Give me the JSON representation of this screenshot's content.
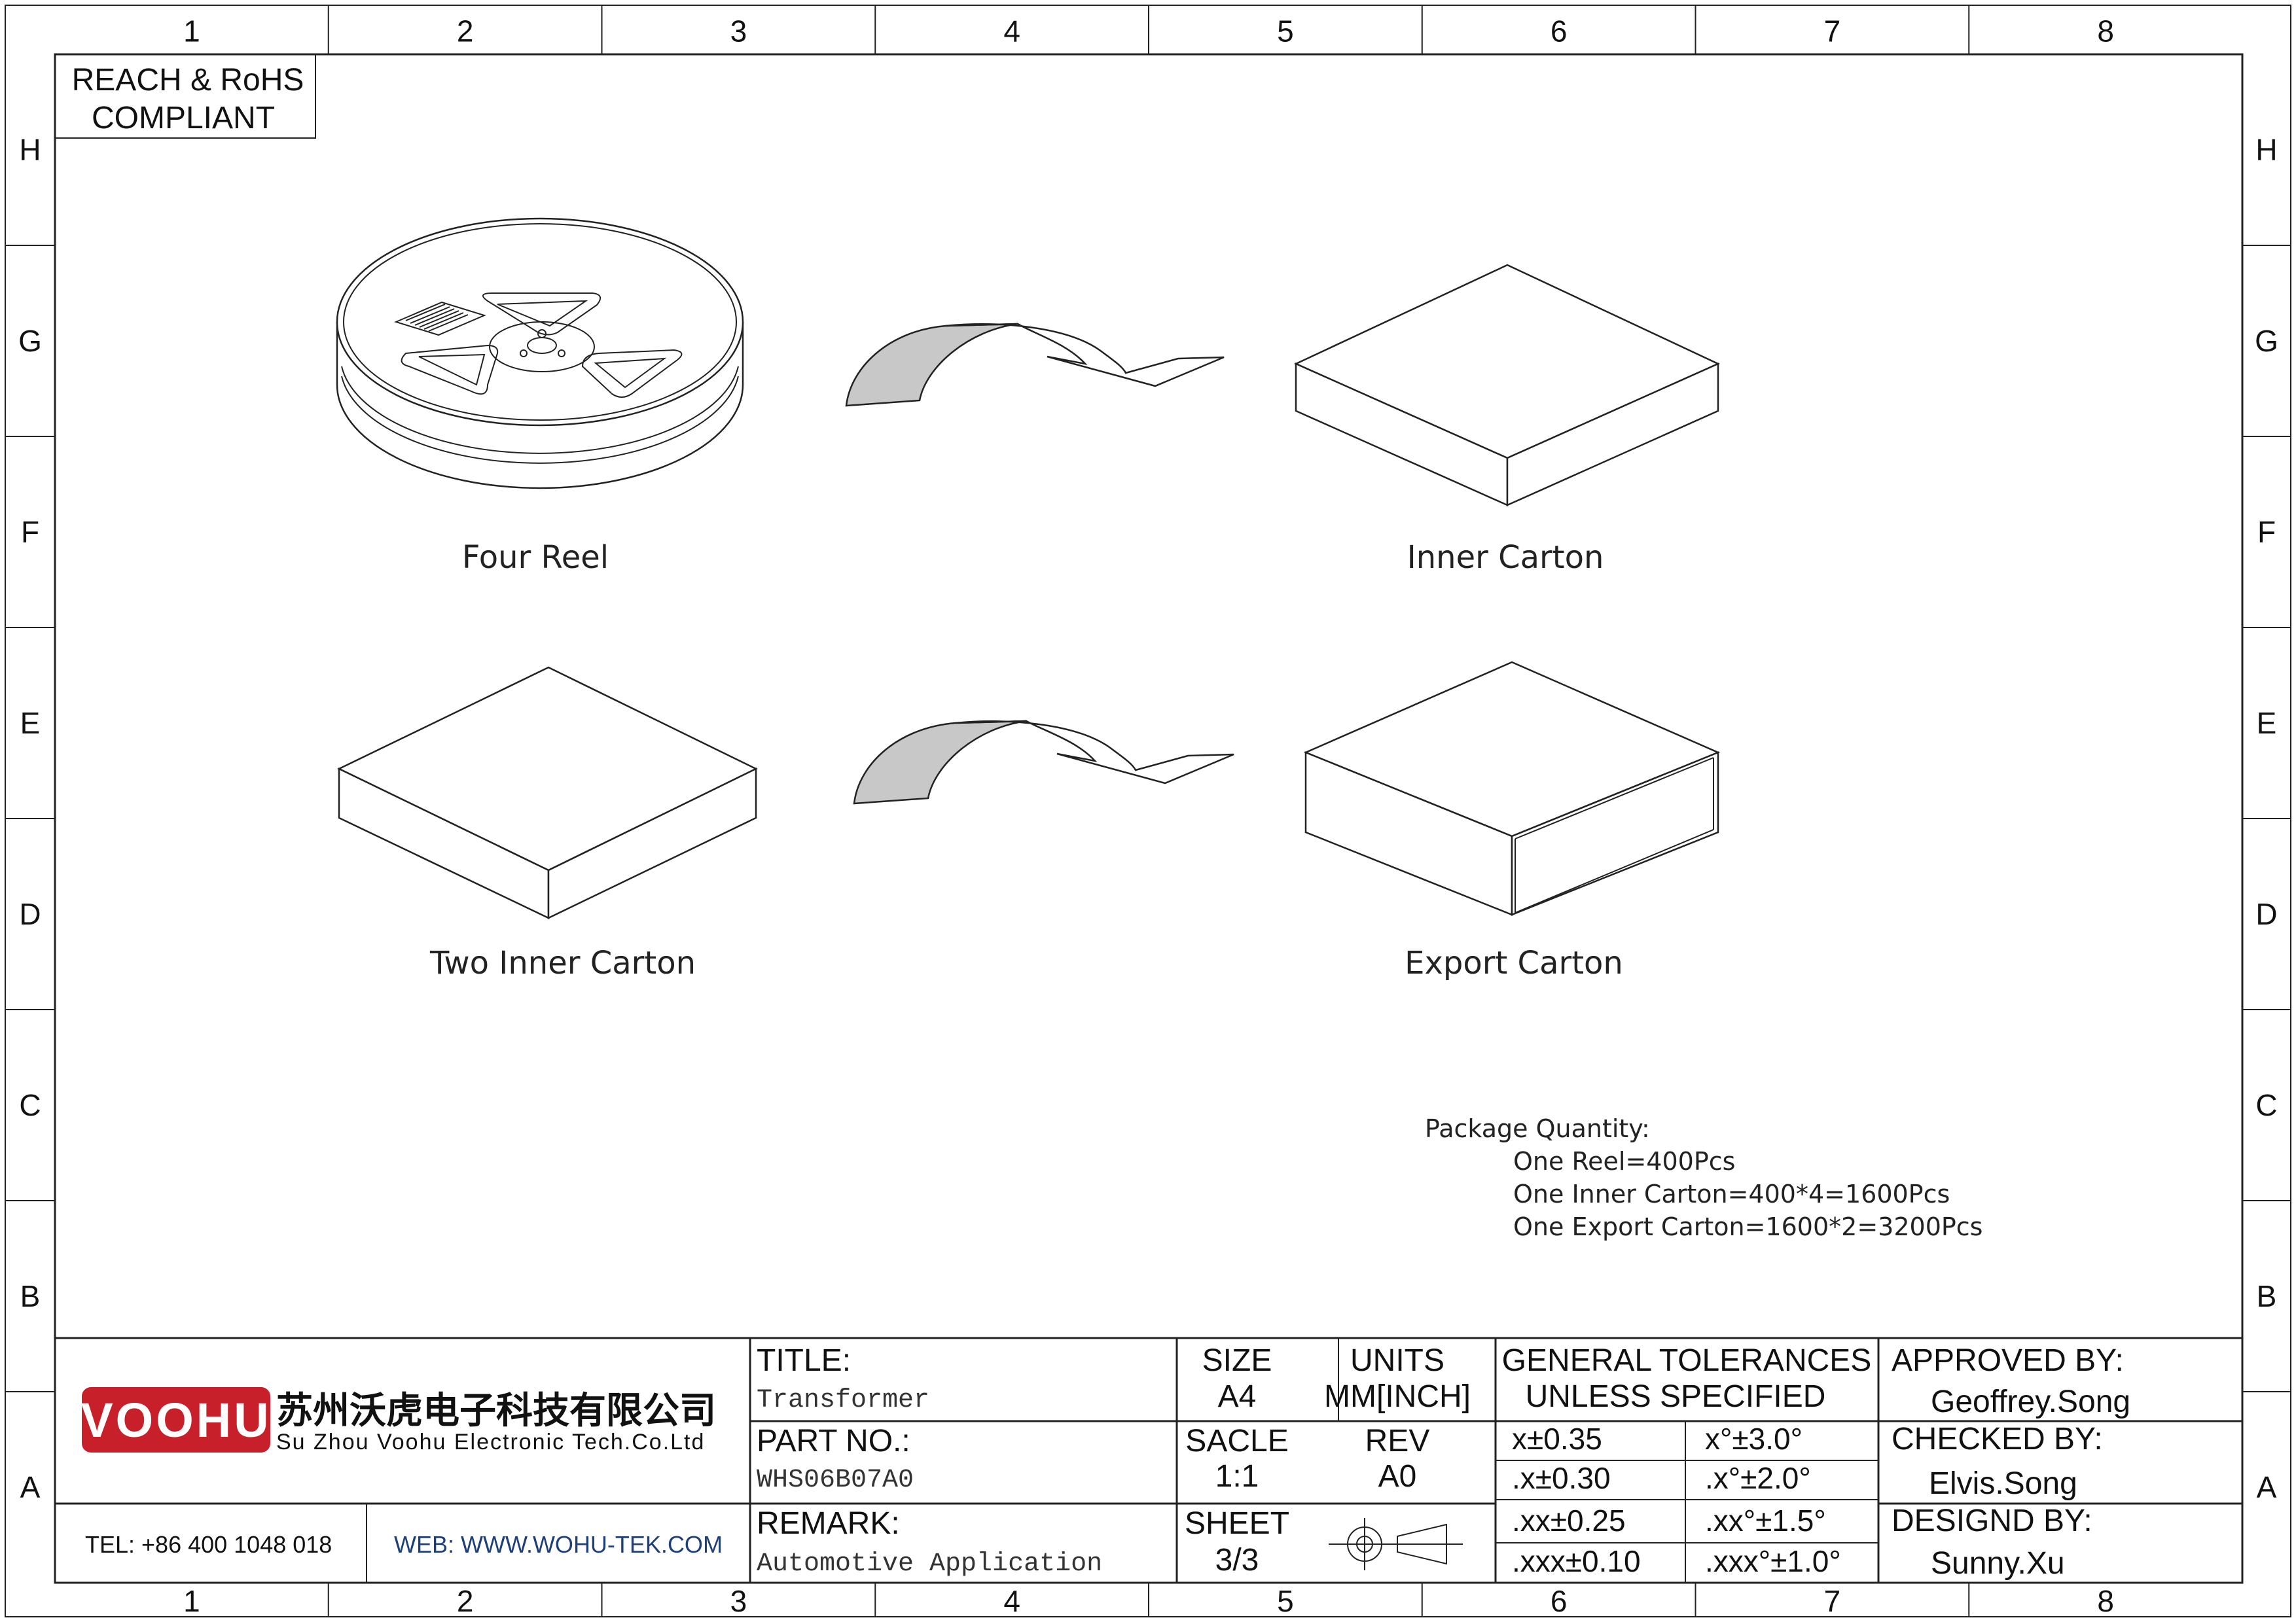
{
  "zones": {
    "columns": [
      "1",
      "2",
      "3",
      "4",
      "5",
      "6",
      "7",
      "8"
    ],
    "rows": [
      "H",
      "G",
      "F",
      "E",
      "D",
      "C",
      "B",
      "A"
    ]
  },
  "compliance": {
    "line1": "REACH & RoHS",
    "line2": "COMPLIANT"
  },
  "figures": {
    "reel_caption": "Four  Reel",
    "inner_caption": "Inner Carton",
    "two_inner_caption": "Two  Inner Carton",
    "export_caption": "Export Carton"
  },
  "package": {
    "heading": "Package Quantity:",
    "lines": [
      "One Reel=400Pcs",
      "One Inner Carton=400*4=1600Pcs",
      "One Export Carton=1600*2=3200Pcs"
    ]
  },
  "company": {
    "logo": "VOOHU",
    "name_cn": "苏州沃虎电子科技有限公司",
    "name_en": "Su Zhou Voohu Electronic Tech.Co.Ltd",
    "tel": "TEL: +86 400 1048 018",
    "web": "WEB: WWW.WOHU-TEK.COM",
    "brand_color": "#c8202a",
    "web_color": "#1f3f7a"
  },
  "title_block": {
    "title_label": "TITLE:",
    "title_value": "Transformer",
    "part_label": "PART NO.:",
    "part_value": "WHS06B07A0",
    "remark_label": "REMARK:",
    "remark_value": "Automotive Application",
    "size_label": "SIZE",
    "size_value": "A4",
    "units_label": "UNITS",
    "units_value": "MM[INCH]",
    "scale_label": "SACLE",
    "scale_value": "1:1",
    "rev_label": "REV",
    "rev_value": "A0",
    "sheet_label": "SHEET",
    "sheet_value": "3/3",
    "tol_label1": "GENERAL TOLERANCES",
    "tol_label2": "UNLESS SPECIFIED",
    "tolerances": [
      [
        "x±0.35",
        "x°±3.0°"
      ],
      [
        ".x±0.30",
        ".x°±2.0°"
      ],
      [
        ".xx±0.25",
        ".xx°±1.5°"
      ],
      [
        ".xxx±0.10",
        ".xxx°±1.0°"
      ]
    ],
    "approved_label": "APPROVED BY:",
    "approved_value": "Geoffrey.Song",
    "checked_label": "CHECKED BY:",
    "checked_value": "Elvis.Song",
    "design_label": "DESIGND BY:",
    "design_value": "Sunny.Xu"
  }
}
